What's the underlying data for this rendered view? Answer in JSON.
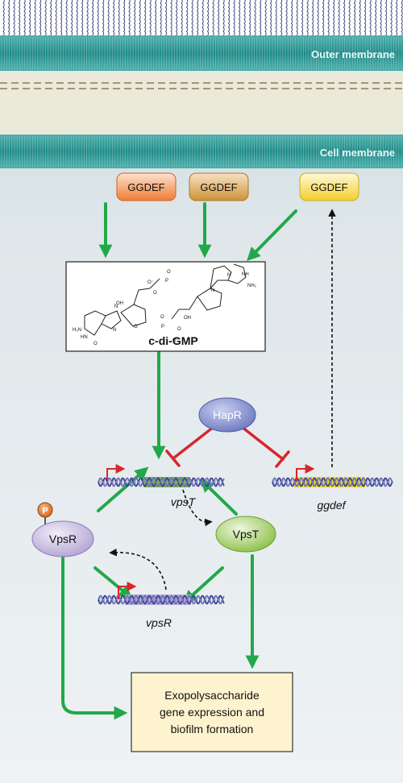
{
  "membranes": {
    "outer": "Outer membrane",
    "cell": "Cell membrane"
  },
  "ggdef_boxes": [
    {
      "label": "GGDEF",
      "color": "#f08a4b"
    },
    {
      "label": "GGDEF",
      "color": "#d9a04e"
    },
    {
      "label": "GGDEF",
      "color": "#f5d84a"
    }
  ],
  "cdigmp": {
    "label": "c-di-GMP",
    "atoms": [
      "O",
      "P",
      "O⁻",
      "O",
      "OH",
      "N",
      "N",
      "NH",
      "NH₂",
      "H₂N",
      "HN",
      "O",
      "N",
      "N",
      "O",
      "OH",
      "O",
      "P",
      "O",
      "O⁻"
    ]
  },
  "regulators": {
    "hapr": "HapR",
    "vpsr": "VpsR",
    "vpst": "VpsT",
    "phospho": "P"
  },
  "genes": {
    "vpst": "vpsT",
    "ggdef": "ggdef",
    "vpsr": "vpsR"
  },
  "output": {
    "line1": "Exopolysaccharide",
    "line2": "gene expression and",
    "line3": "biofilm formation"
  },
  "colors": {
    "activation": "#22a84a",
    "repression": "#d0303c",
    "membrane": "#1e8b8b",
    "hapr": "#6f7cc4",
    "vpsr": "#c6b8dd",
    "vpst": "#9cc85a",
    "phospho": "#e37b2a",
    "vpst_gene": "#7ab34a",
    "ggdef_gene": "#f0dc1a",
    "vpsr_gene": "#b9a9d6",
    "output_box": "#fdf4cf"
  }
}
